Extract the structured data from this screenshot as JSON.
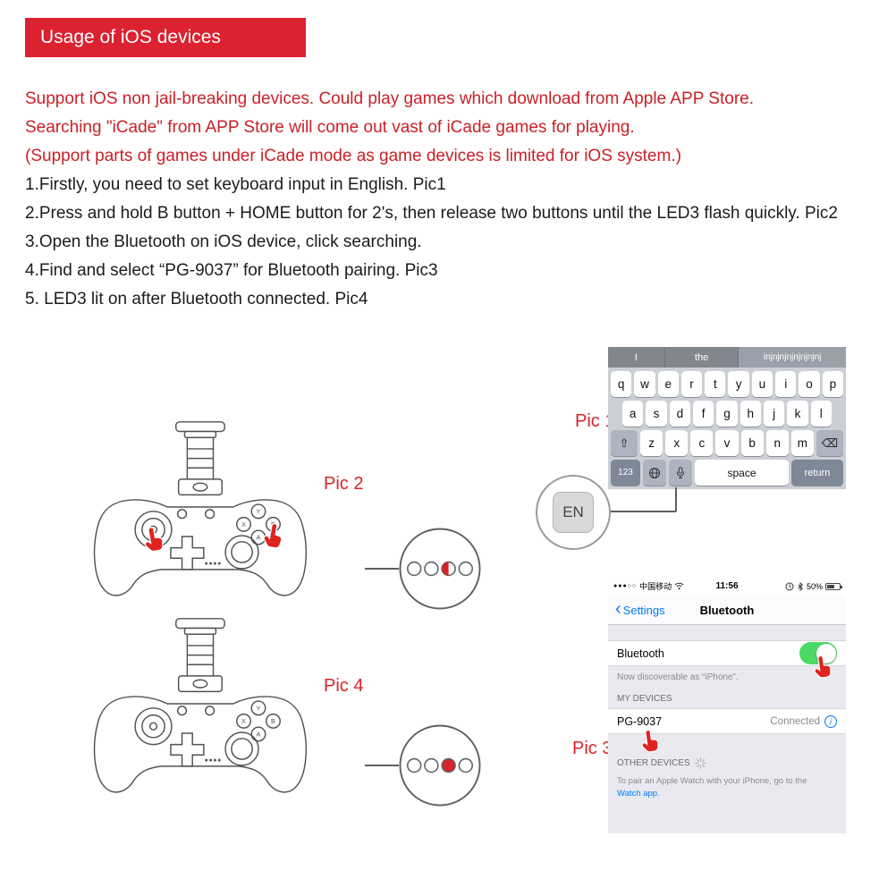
{
  "banner": {
    "title": "Usage of iOS devices"
  },
  "intro": [
    "Support iOS non jail-breaking devices. Could play games which download from Apple APP Store.",
    "Searching \"iCade\" from APP Store will come out vast of iCade games for playing.",
    "(Support parts of games under iCade mode as game devices is limited for iOS system.)"
  ],
  "steps": [
    "1.Firstly, you need to set keyboard input in English. Pic1",
    "2.Press and hold B button + HOME button for 2's, then release two buttons until the LED3 flash quickly. Pic2",
    "3.Open the Bluetooth on iOS device, click searching.",
    "4.Find and select “PG-9037” for Bluetooth pairing. Pic3",
    "5. LED3 lit on after Bluetooth connected. Pic4"
  ],
  "pic_labels": {
    "pic1": "Pic 1",
    "pic2": "Pic 2",
    "pic3": "Pic 3",
    "pic4": "Pic 4"
  },
  "keyboard": {
    "suggestions": [
      "I",
      "the",
      "injnjnjnjnjnjnjnj"
    ],
    "row1": [
      "q",
      "w",
      "e",
      "r",
      "t",
      "y",
      "u",
      "i",
      "o",
      "p"
    ],
    "row2": [
      "a",
      "s",
      "d",
      "f",
      "g",
      "h",
      "j",
      "k",
      "l"
    ],
    "row3": [
      "z",
      "x",
      "c",
      "v",
      "b",
      "n",
      "m"
    ],
    "keys": {
      "shift": "⇧",
      "backspace": "⌫",
      "numbers": "123",
      "space": "space",
      "return": "return"
    },
    "en_key": "EN"
  },
  "gamepad": {
    "button_labels": [
      "Y",
      "X",
      "B",
      "A"
    ]
  },
  "bluetooth_screen": {
    "status_bar": {
      "signal": "●●●○○",
      "carrier": "中国移动",
      "time": "11:56",
      "battery": "50%"
    },
    "nav": {
      "back": "Settings",
      "title": "Bluetooth"
    },
    "toggle_row": {
      "label": "Bluetooth"
    },
    "discoverable_note": "Now discoverable as “iPhone”.",
    "my_devices_header": "MY DEVICES",
    "device_row": {
      "name": "PG-9037",
      "status": "Connected",
      "info": "i"
    },
    "other_devices_header": "OTHER DEVICES",
    "watch_note": "To pair an Apple Watch with your iPhone, go to the",
    "watch_link": "Watch app."
  },
  "colors": {
    "accent_red": "#d8232a",
    "banner_red": "#dc2130",
    "ios_blue": "#007aff",
    "toggle_green": "#4cd964"
  }
}
